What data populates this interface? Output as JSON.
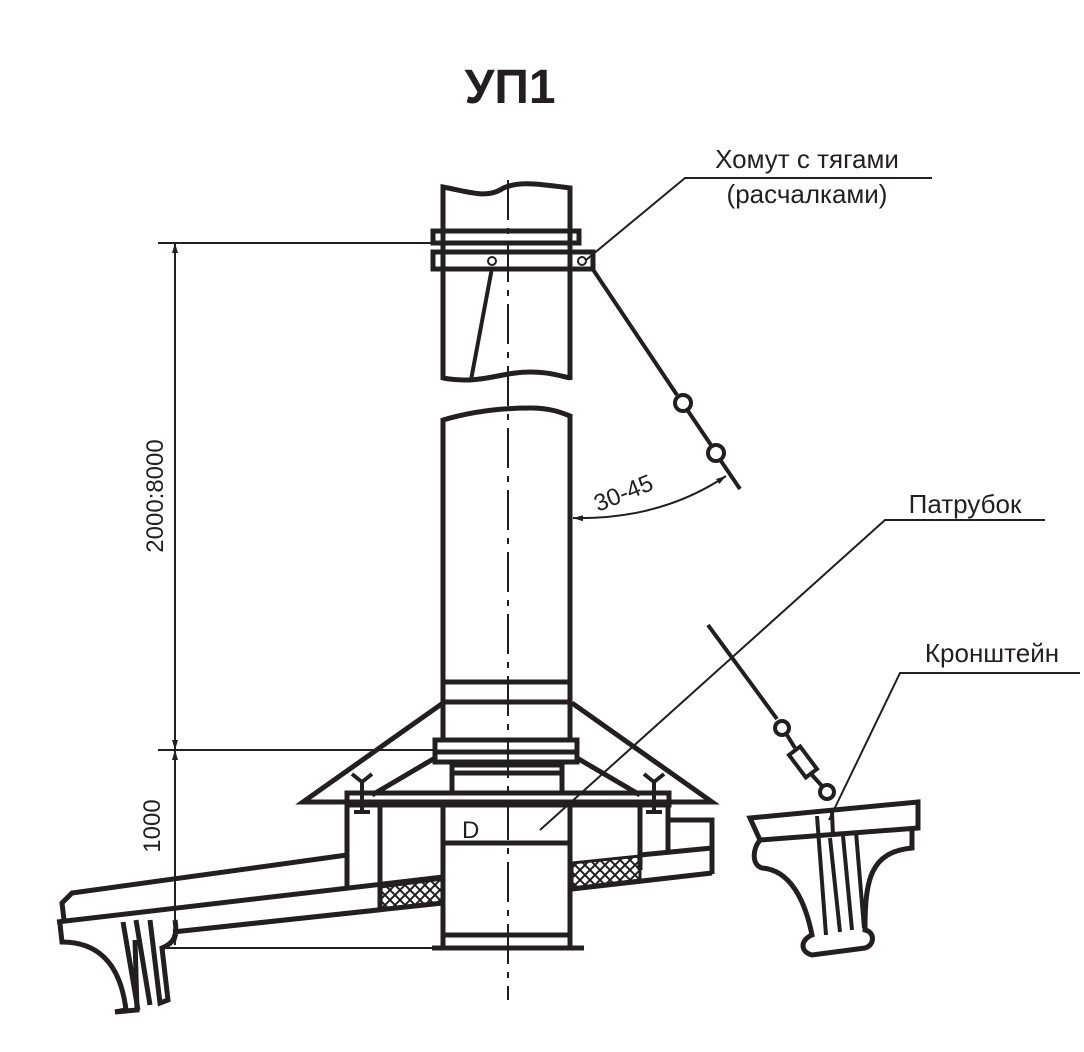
{
  "title": "УП1",
  "labels": {
    "clamp_line1": "Хомут с тягами",
    "clamp_line2": "(расчалками)",
    "pipe_branch": "Патрубок",
    "bracket": "Кронштейн",
    "diameter": "D"
  },
  "dimensions": {
    "height_range": "2000:8000",
    "base_height": "1000",
    "angle": "30-45"
  }
}
